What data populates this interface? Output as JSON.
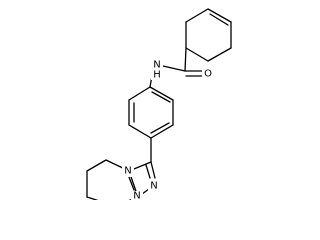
{
  "molecule": {
    "atom_labels": {
      "nh": "N",
      "nh_h": "H",
      "carbonyl_o": "O",
      "n_bridge": "N",
      "n_triazole_a": "N",
      "n_triazole_b": "N"
    },
    "colors": {
      "bond": "#000000",
      "label": "#000000",
      "background": "#ffffff"
    }
  }
}
